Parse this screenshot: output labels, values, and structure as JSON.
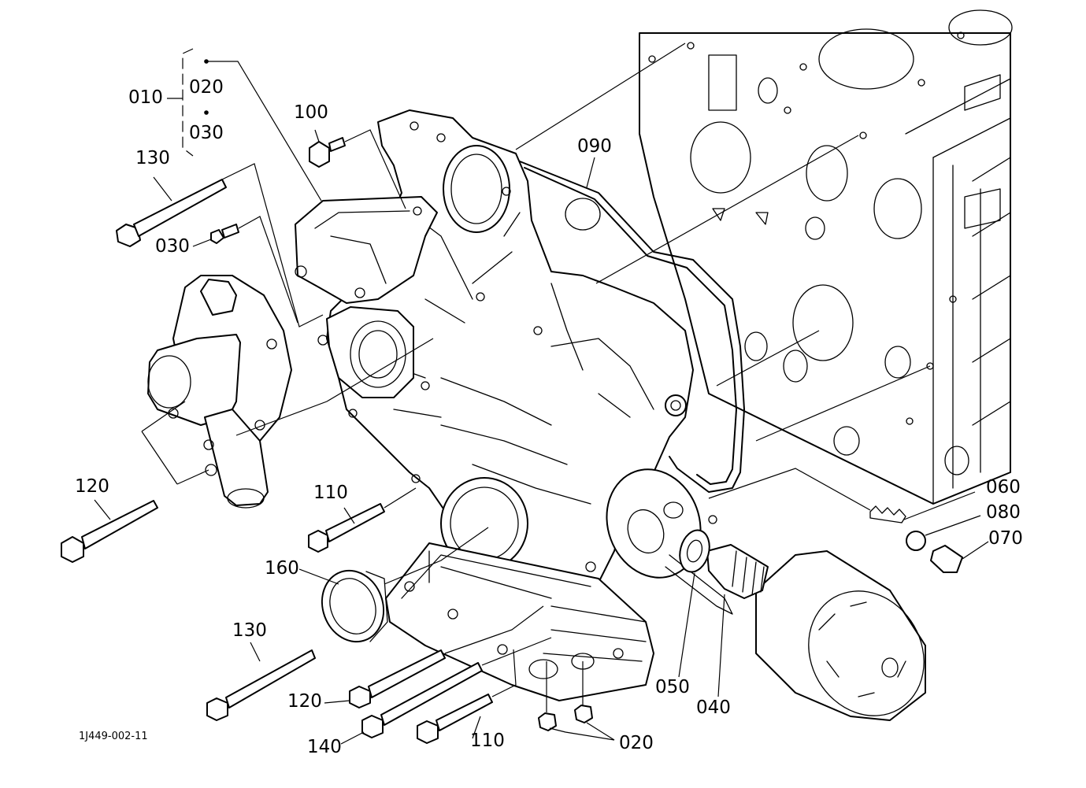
{
  "diagram": {
    "drawing_code": "1J449-002-11",
    "callouts": {
      "c010": "010",
      "c020": "020",
      "c030_top": "030",
      "c030": "030",
      "c100": "100",
      "c130_top": "130",
      "c090": "090",
      "c120_left": "120",
      "c110_mid": "110",
      "c160": "160",
      "c130_bottom": "130",
      "c120_bottom": "120",
      "c140": "140",
      "c110_bottom": "110",
      "c020_bottom": "020",
      "c050": "050",
      "c040": "040",
      "c060": "060",
      "c080": "080",
      "c070": "070"
    }
  }
}
